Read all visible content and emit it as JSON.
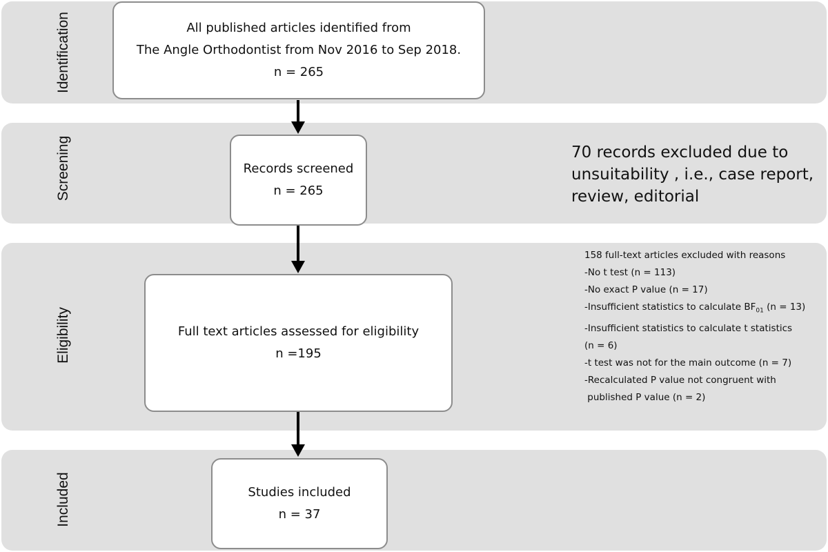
{
  "stages": [
    {
      "label": "Identification"
    },
    {
      "label": "Screening"
    },
    {
      "label": "Eligibility"
    },
    {
      "label": "Included"
    }
  ],
  "boxes": {
    "identification": {
      "line1": "All published articles identified from",
      "line2": "The Angle Orthodontist from Nov 2016 to Sep 2018.",
      "count": "n = 265"
    },
    "screening": {
      "title": "Records screened",
      "count": "n = 265"
    },
    "eligibility": {
      "title": "Full text articles assessed for eligibility",
      "count": "n =195"
    },
    "included": {
      "title": "Studies included",
      "count": "n = 37"
    }
  },
  "screening_exclusion": {
    "lines": [
      "70 records excluded due to",
      "unsuitability , i.e., case report,",
      "review, editorial"
    ]
  },
  "eligibility_exclusion": {
    "heading": "158 full-text articles excluded with reasons",
    "reason1": "-No t test (n = 113)",
    "reason2": "-No exact P value (n = 17)",
    "reason3_prefix": "-Insufficient statistics to calculate BF",
    "reason3_sub": "01",
    "reason3_suffix": " (n = 13)",
    "reason4_line1": "-Insufficient statistics to calculate t statistics",
    "reason4_line2": "(n = 6)",
    "reason5": "-t test was not for the main outcome (n = 7)",
    "reason6_line1": "-Recalculated P value not congruent with",
    "reason6_line2": " published P value (n = 2)"
  }
}
